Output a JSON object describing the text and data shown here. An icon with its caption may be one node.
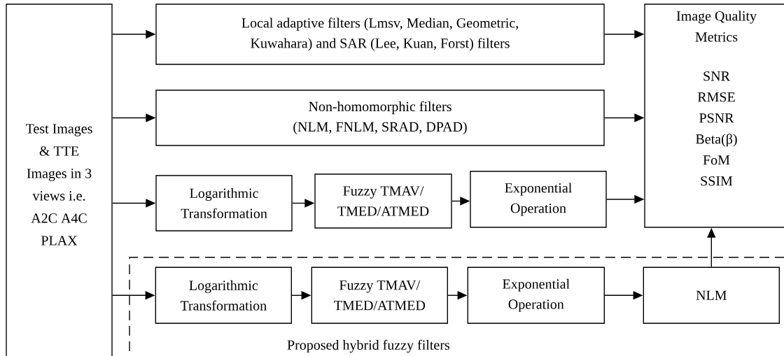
{
  "diagram": {
    "nodes": [
      {
        "text": [
          "Test Images & TTE Images in 3 views i.e. A2C A4C PLAX"
        ]
      },
      {
        "text": [
          "Local adaptive filters (Lmsv, Median, Geometric, Kuwahara) and SAR (Lee, Kuan, Forst) filters"
        ]
      },
      {
        "text": [
          "Non-homomorphic filters",
          "(NLM, FNLM, SRAD, DPAD)"
        ]
      },
      {
        "text": [
          "Logarithmic Transformation"
        ]
      },
      {
        "text": [
          "Fuzzy TMAV/ TMED/ATMED"
        ]
      },
      {
        "text": [
          "Exponential Operation"
        ]
      },
      {
        "text": [
          "Image Quality Metrics",
          "SNR",
          "RMSE",
          "PSNR",
          "Beta(β)",
          "FoM",
          "SSIM"
        ]
      },
      {
        "text": [
          "Proposed hybrid fuzzy filters"
        ]
      },
      {
        "text": [
          "Logarithmic Transformation"
        ],
        "in": 7
      },
      {
        "text": [
          "Fuzzy TMAV/ TMED/ATMED"
        ],
        "in": 7
      },
      {
        "text": [
          "Exponential Operation"
        ],
        "in": 7
      },
      {
        "text": [
          "NLM"
        ],
        "in": 7
      }
    ],
    "edges": [
      {
        "from": 0,
        "to": 1,
        "arrow": "to"
      },
      {
        "from": 0,
        "to": 2,
        "arrow": "to"
      },
      {
        "from": 0,
        "to": 3,
        "arrow": "to"
      },
      {
        "from": 0,
        "to": 8,
        "arrow": "to"
      },
      {
        "from": 1,
        "to": 6,
        "arrow": "to"
      },
      {
        "from": 2,
        "to": 6,
        "arrow": "to"
      },
      {
        "from": 3,
        "to": 4,
        "arrow": "to"
      },
      {
        "from": 4,
        "to": 5,
        "arrow": "to"
      },
      {
        "from": 5,
        "to": 6,
        "arrow": "to"
      },
      {
        "from": 8,
        "to": 9,
        "arrow": "to"
      },
      {
        "from": 9,
        "to": 10,
        "arrow": "to"
      },
      {
        "from": 10,
        "to": 11,
        "arrow": "to"
      },
      {
        "from": 11,
        "to": 6,
        "arrow": "to"
      }
    ]
  }
}
